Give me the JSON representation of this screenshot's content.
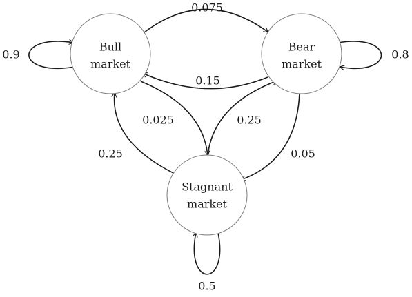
{
  "states": {
    "bull": {
      "line1": "Bull",
      "line2": "market"
    },
    "bear": {
      "line1": "Bear",
      "line2": "market"
    },
    "stagnant": {
      "line1": "Stagnant",
      "line2": "market"
    }
  },
  "transitions": {
    "bull_bull": "0.9",
    "bull_bear": "0.075",
    "bull_stagnant": "0.025",
    "bear_bear": "0.8",
    "bear_bull": "0.15",
    "bear_stagnant": "0.05",
    "stagnant_stagnant": "0.5",
    "stagnant_bull": "0.25",
    "stagnant_bear": "0.25"
  }
}
